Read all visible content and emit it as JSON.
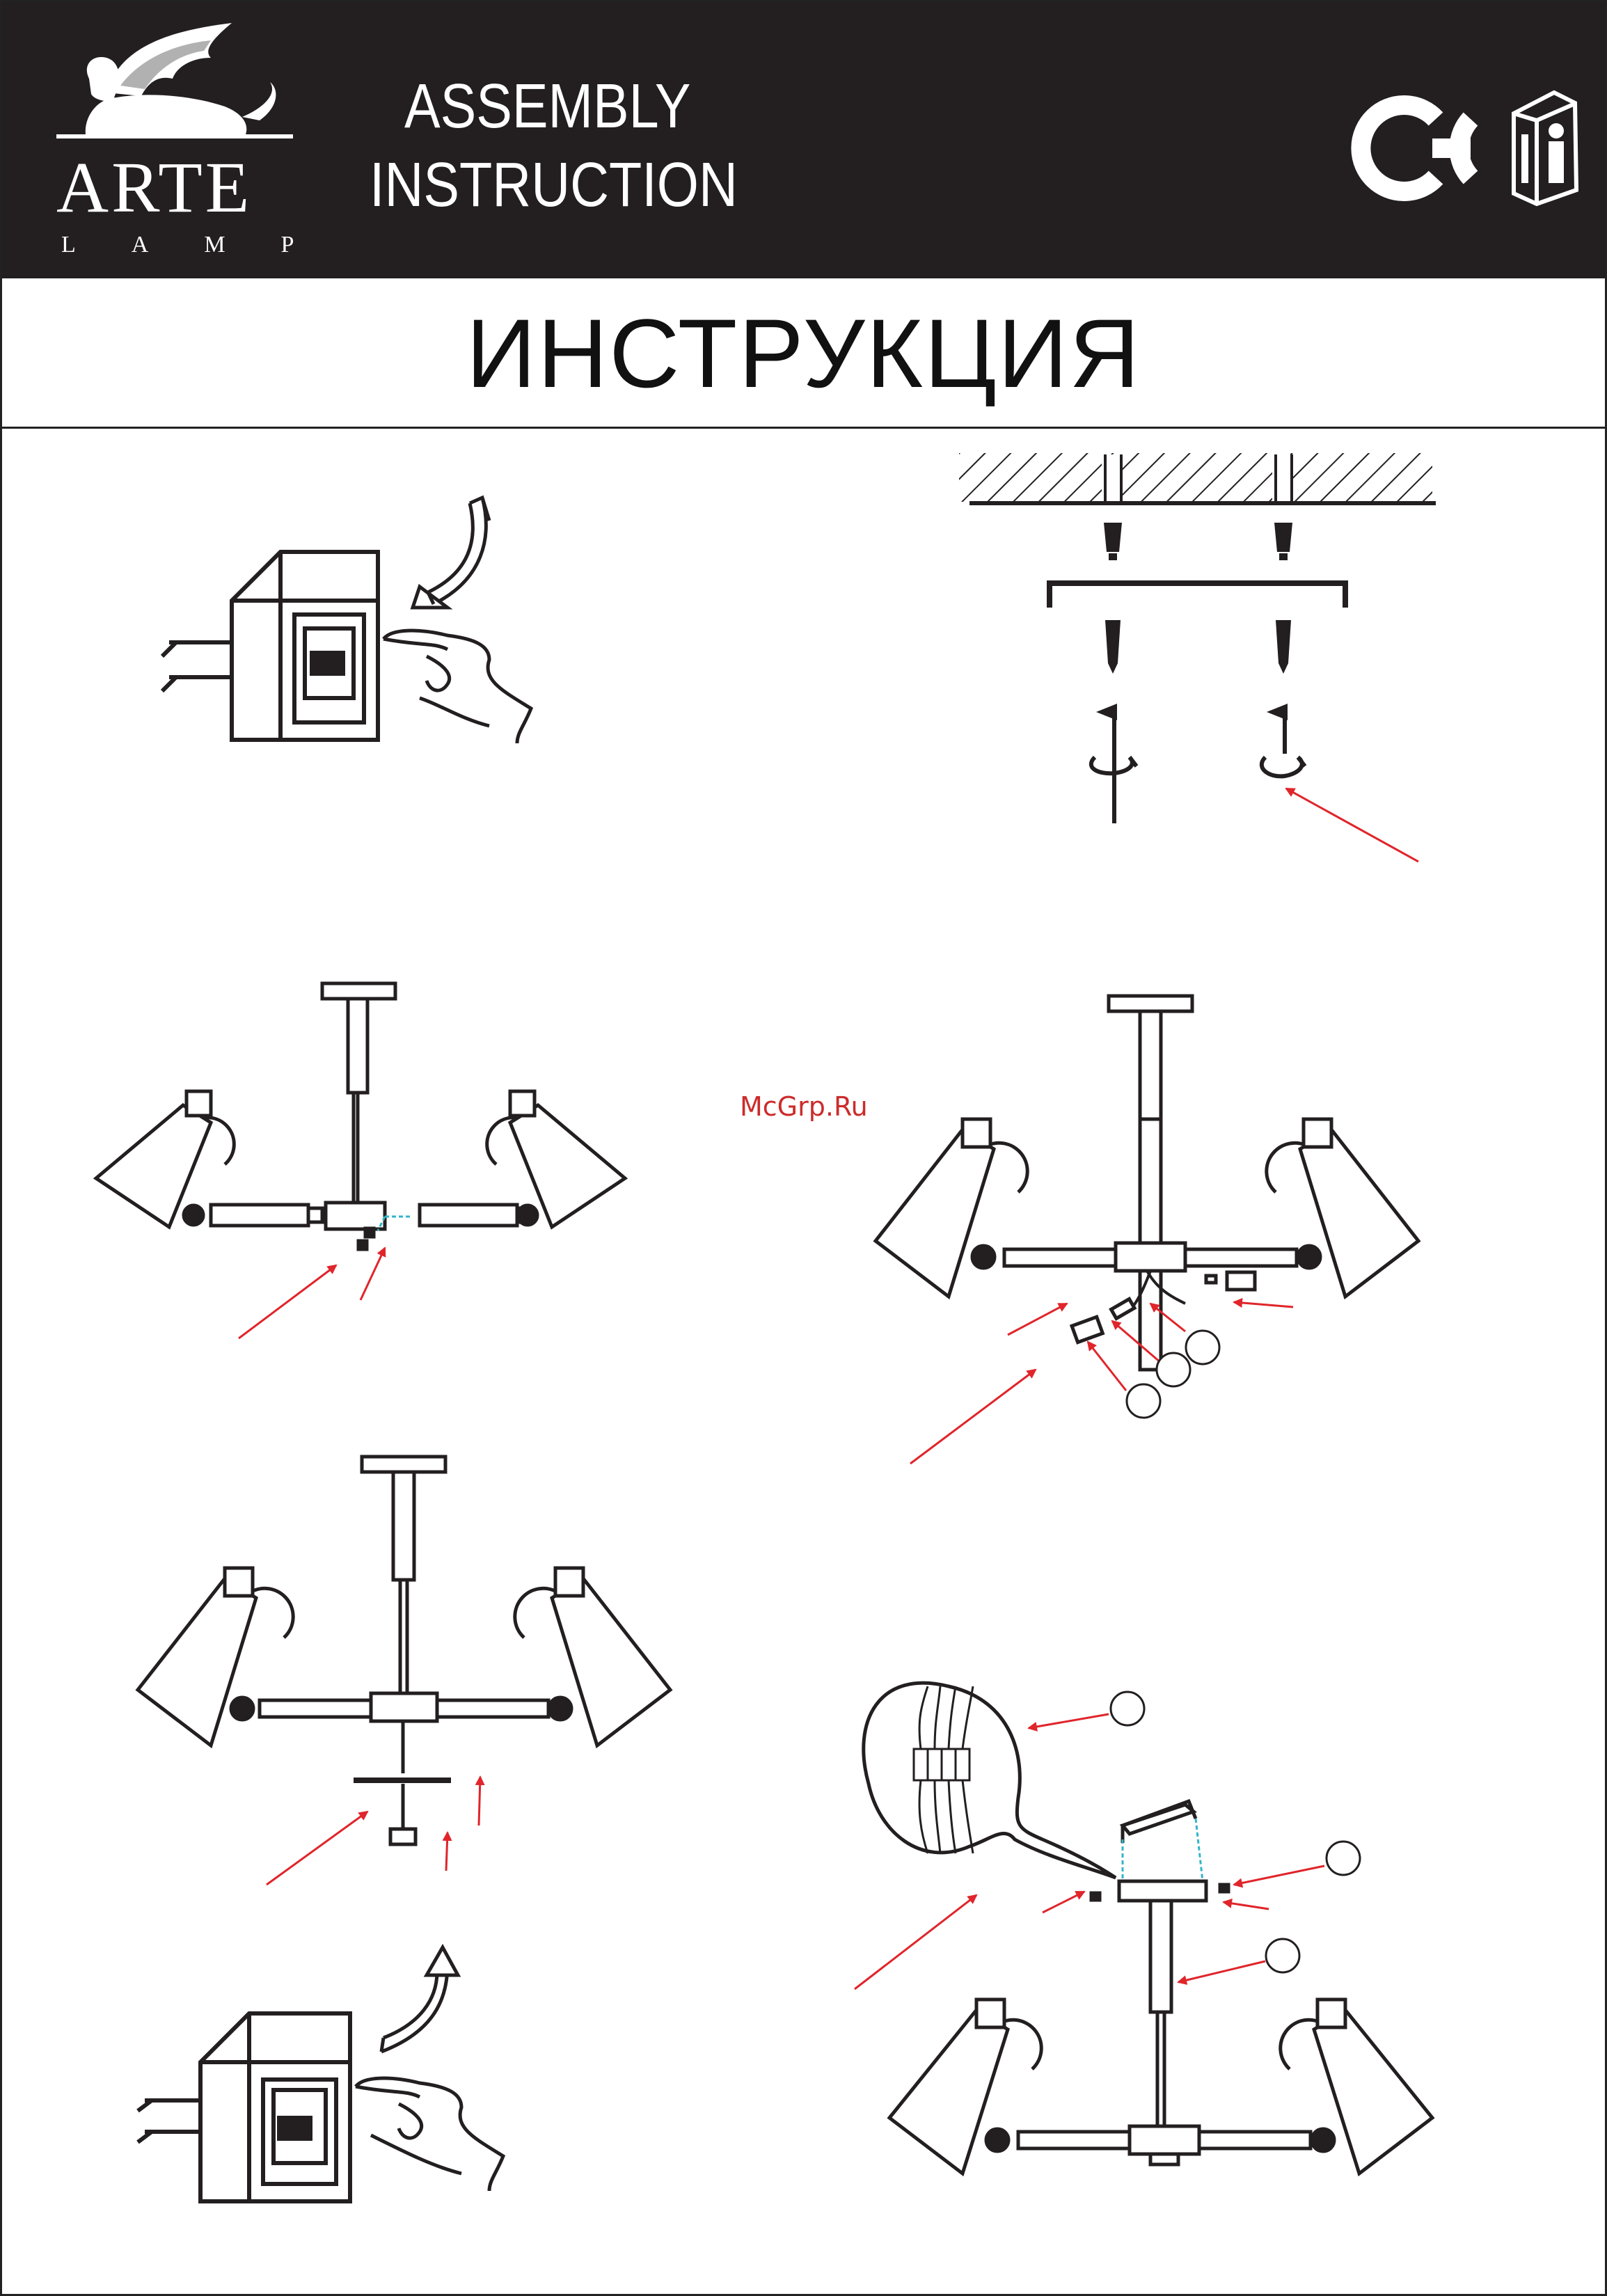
{
  "header": {
    "brand_name": "ARTE",
    "brand_sub": "LAMP",
    "title_line1": "ASSEMBLY",
    "title_line2": "INSTRUCTION",
    "logo_icon": "winged-lion-icon",
    "ce_mark": "CE",
    "manual_icon": "manual-info-icon"
  },
  "title": "ИНСТРУКЦИЯ",
  "watermark": "McGrp.Ru",
  "colors": {
    "header_bg": "#231f20",
    "line": "#231f20",
    "arrow": "#e0252b",
    "guide": "#33b5c8"
  },
  "steps": [
    {
      "id": "switch-off",
      "icon": "light-switch-icon"
    },
    {
      "id": "ceiling-mount",
      "icon": "ceiling-bracket-icon"
    },
    {
      "id": "attach-arms",
      "icon": "chandelier-icon"
    },
    {
      "id": "connect-wires",
      "icon": "chandelier-icon"
    },
    {
      "id": "attach-base",
      "icon": "chandelier-icon"
    },
    {
      "id": "hang-fixture",
      "icon": "chandelier-icon"
    },
    {
      "id": "switch-on",
      "icon": "light-switch-icon"
    }
  ]
}
